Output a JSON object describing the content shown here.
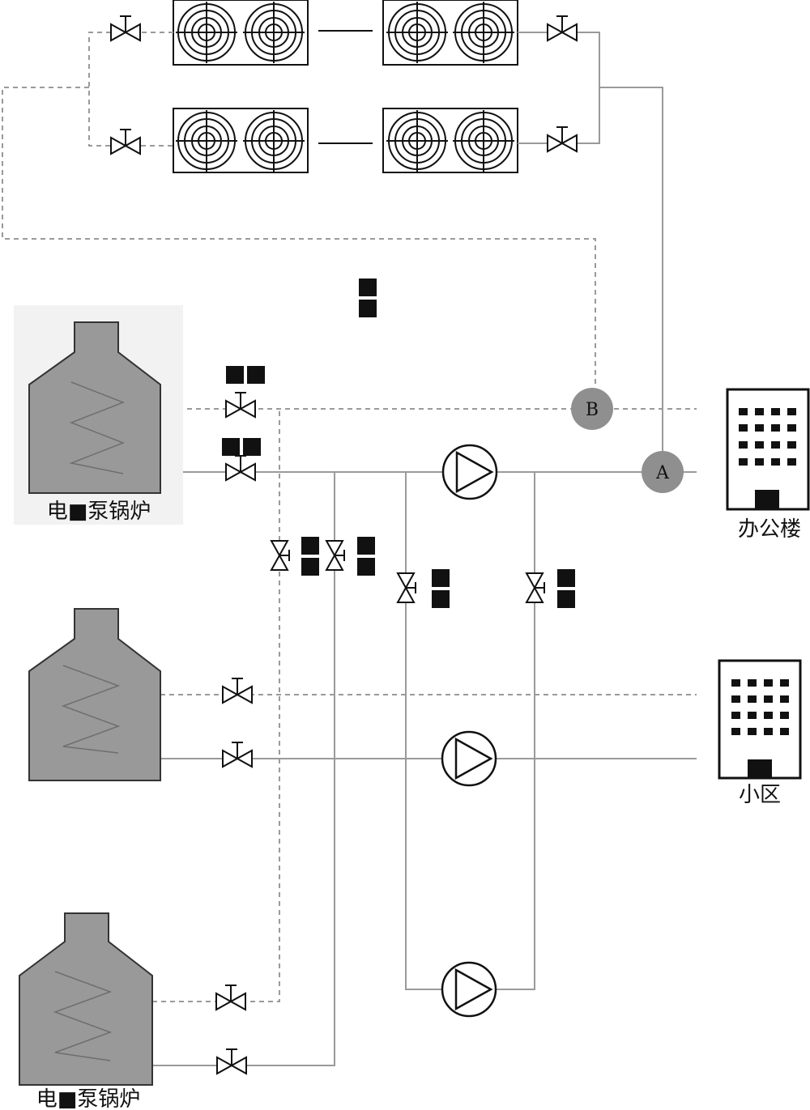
{
  "labels": {
    "boiler_top": "电■泵锅炉",
    "boiler_bottom": "电■泵锅炉",
    "office": "办公楼",
    "community": "小区",
    "node_a": "A",
    "node_b": "B"
  },
  "colors": {
    "boiler_fill": "#999999",
    "highlight_bg": "#f2f2f2",
    "pipe": "#9a9a9a",
    "node_fill": "#8f8f8f",
    "black": "#111111"
  },
  "icons": {
    "marker": "black-square-marker",
    "valve": "valve-icon",
    "pump": "pump-icon",
    "fan": "fan-icon",
    "building": "building-icon"
  }
}
